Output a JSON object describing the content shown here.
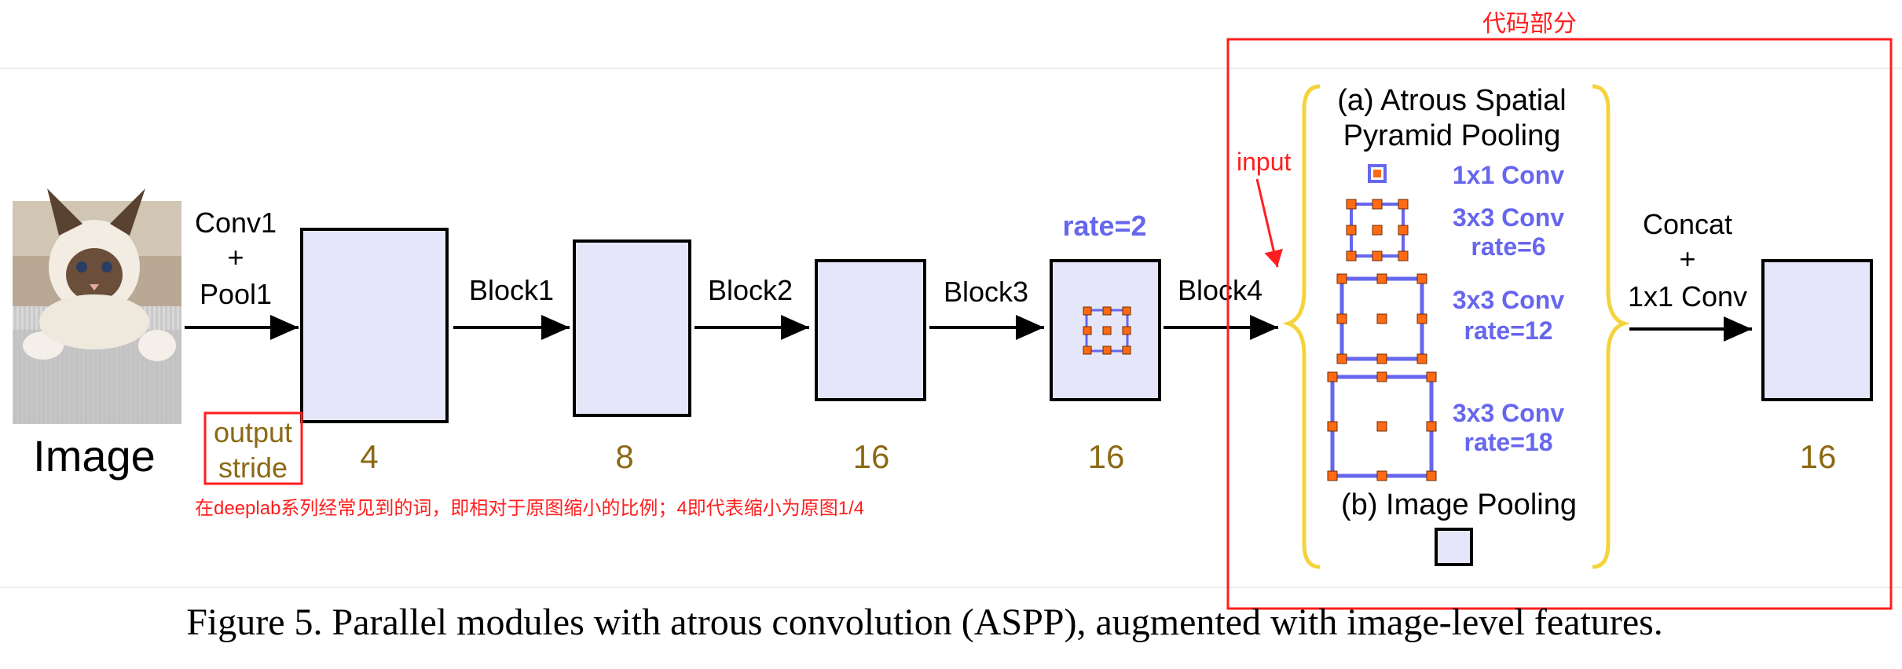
{
  "annotation": {
    "header": "代码部分",
    "input_label": "input",
    "note": "在deeplab系列经常见到的词，即相对于原图缩小的比例；4即代表缩小为原图1/4",
    "output_stride_line1": "output",
    "output_stride_line2": "stride",
    "color": "#ff1e1e"
  },
  "image_label": "Image",
  "ops": {
    "conv1_line1": "Conv1",
    "conv1_line2": "+",
    "conv1_line3": "Pool1",
    "block1": "Block1",
    "block2": "Block2",
    "block3": "Block3",
    "block4": "Block4",
    "concat_line1": "Concat",
    "concat_line2": "+",
    "concat_line3": "1x1 Conv"
  },
  "rate_label": "rate=2",
  "strides": [
    "4",
    "8",
    "16",
    "16",
    "16"
  ],
  "aspp": {
    "title_line1": "(a) Atrous Spatial",
    "title_line2": "Pyramid Pooling",
    "branches": [
      {
        "line1": "1x1 Conv",
        "line2": ""
      },
      {
        "line1": "3x3 Conv",
        "line2": "rate=6"
      },
      {
        "line1": "3x3 Conv",
        "line2": "rate=12"
      },
      {
        "line1": "3x3 Conv",
        "line2": "rate=18"
      }
    ],
    "image_pooling": "(b) Image Pooling"
  },
  "caption": "Figure 5. Parallel modules with atrous convolution (ASPP), augmented with image-level features.",
  "colors": {
    "block_fill": "#e6e6fa",
    "stride_text": "#8b6914",
    "conv_blue": "#6666ee",
    "kernel_orange": "#ff6a13",
    "brace_yellow": "#f5d33d"
  }
}
